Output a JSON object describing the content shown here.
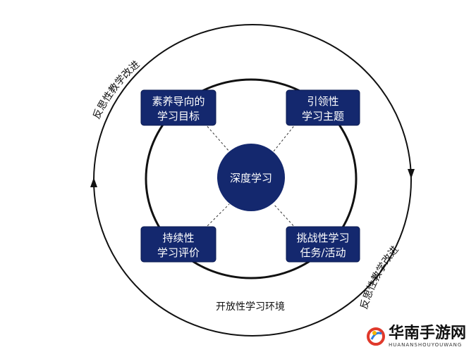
{
  "center": {
    "label": "深度学习"
  },
  "boxes": [
    {
      "line1": "素养导向的",
      "line2": "学习目标"
    },
    {
      "line1": "引领性",
      "line2": "学习主题"
    },
    {
      "line1": "持续性",
      "line2": "学习评价"
    },
    {
      "line1": "挑战性学习",
      "line2": "任务/活动"
    }
  ],
  "outer_labels": {
    "top_left": "反思性教学改进",
    "bottom_right": "反思性教学改进",
    "bottom": "开放性学习环境"
  },
  "watermark": {
    "title": "华南手游网",
    "subtitle": "HUANANSHOUYOUWANG"
  },
  "colors": {
    "box": "#14286e",
    "line": "#111111"
  }
}
